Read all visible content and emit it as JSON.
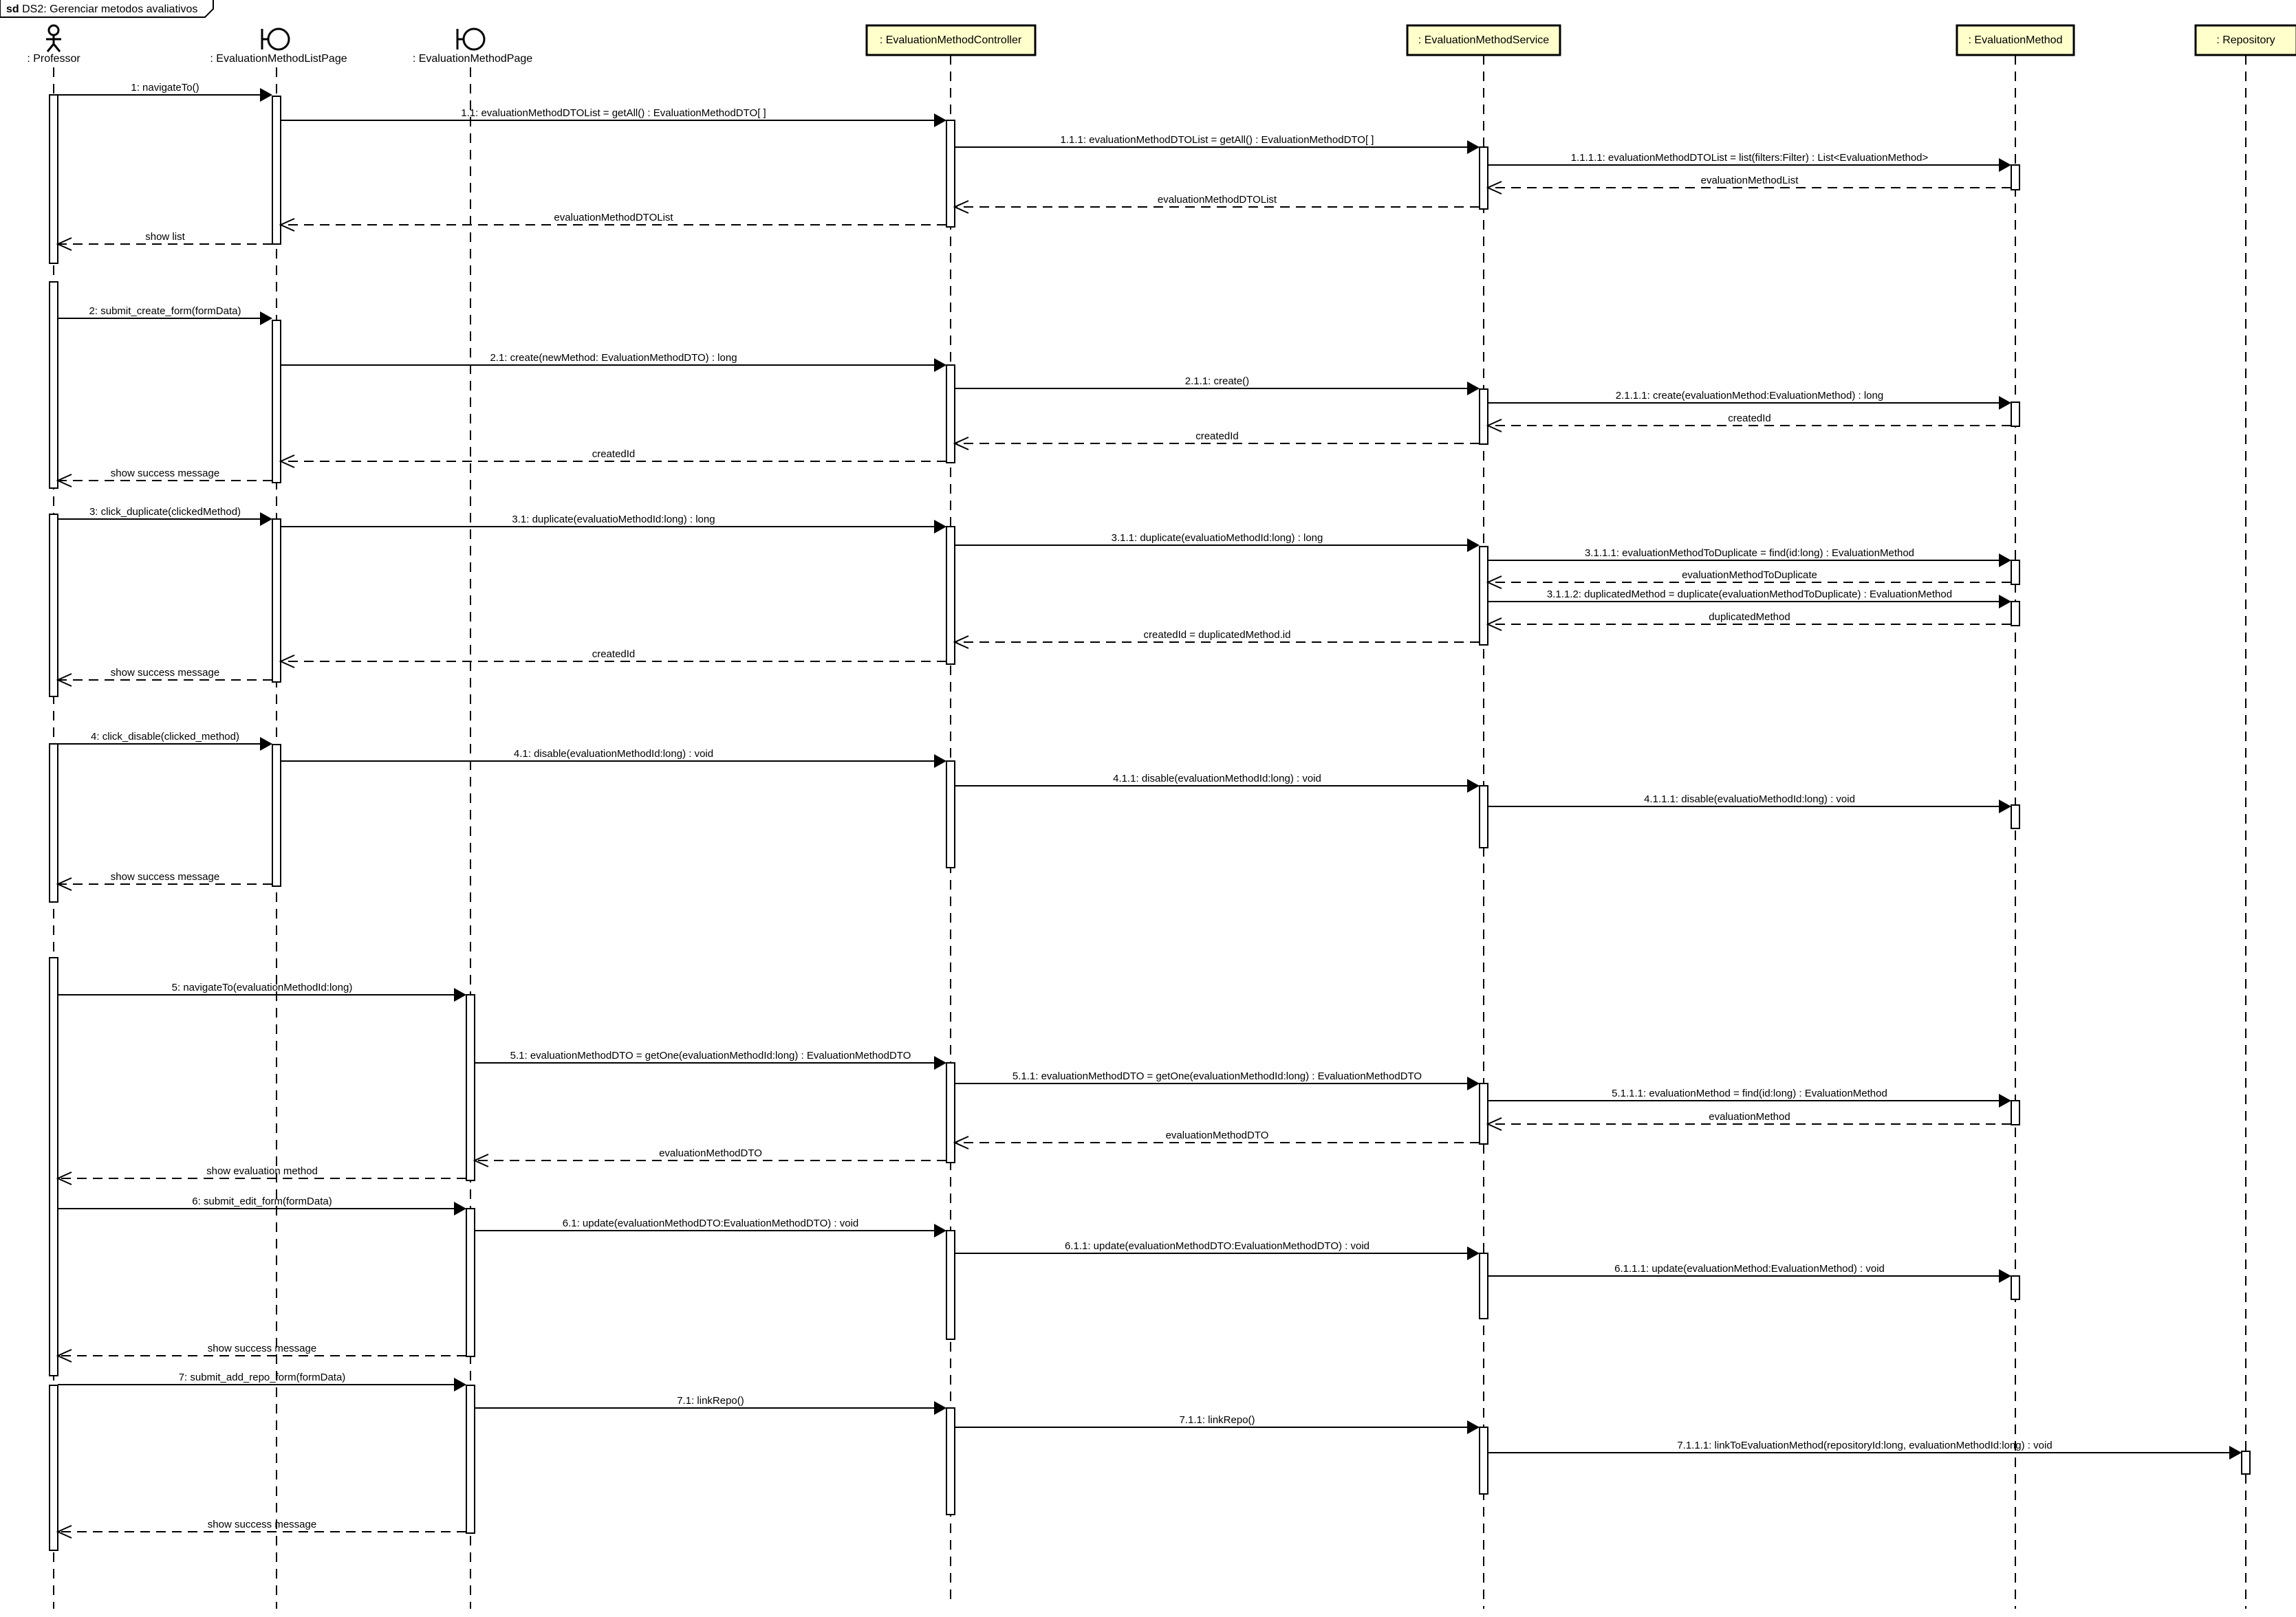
{
  "frame": {
    "keyword": "sd",
    "name": "DS2: Gerenciar metodos avaliativos"
  },
  "colors": {
    "stroke": "#000000",
    "classFill": "#ffffcc",
    "background": "#ffffff"
  },
  "lifelines": [
    {
      "id": "professor",
      "label": ": Professor",
      "kind": "actor",
      "icon": "actor-icon"
    },
    {
      "id": "listpage",
      "label": ": EvaluationMethodListPage",
      "kind": "boundary",
      "icon": "boundary-icon"
    },
    {
      "id": "page",
      "label": ": EvaluationMethodPage",
      "kind": "boundary",
      "icon": "boundary-icon"
    },
    {
      "id": "controller",
      "label": ": EvaluationMethodController",
      "kind": "class"
    },
    {
      "id": "service",
      "label": ": EvaluationMethodService",
      "kind": "class"
    },
    {
      "id": "entity",
      "label": ": EvaluationMethod",
      "kind": "class"
    },
    {
      "id": "repository",
      "label": ": Repository",
      "kind": "class"
    }
  ],
  "messages": [
    {
      "label": "1: navigateTo()",
      "from": "professor",
      "to": "listpage",
      "type": "sync"
    },
    {
      "label": "1.1: evaluationMethodDTOList = getAll() : EvaluationMethodDTO[ ]",
      "from": "listpage",
      "to": "controller",
      "type": "sync"
    },
    {
      "label": "1.1.1: evaluationMethodDTOList = getAll() : EvaluationMethodDTO[ ]",
      "from": "controller",
      "to": "service",
      "type": "sync"
    },
    {
      "label": "1.1.1.1: evaluationMethodDTOList = list(filters:Filter) : List<EvaluationMethod>",
      "from": "service",
      "to": "entity",
      "type": "sync"
    },
    {
      "label": "evaluationMethodList",
      "from": "entity",
      "to": "service",
      "type": "reply"
    },
    {
      "label": "evaluationMethodDTOList",
      "from": "service",
      "to": "controller",
      "type": "reply"
    },
    {
      "label": "evaluationMethodDTOList",
      "from": "controller",
      "to": "listpage",
      "type": "reply"
    },
    {
      "label": "show list",
      "from": "listpage",
      "to": "professor",
      "type": "reply"
    },
    {
      "label": "2: submit_create_form(formData)",
      "from": "professor",
      "to": "listpage",
      "type": "sync"
    },
    {
      "label": "2.1: create(newMethod: EvaluationMethodDTO) : long",
      "from": "listpage",
      "to": "controller",
      "type": "sync"
    },
    {
      "label": "2.1.1: create()",
      "from": "controller",
      "to": "service",
      "type": "sync"
    },
    {
      "label": "2.1.1.1: create(evaluationMethod:EvaluationMethod) : long",
      "from": "service",
      "to": "entity",
      "type": "sync"
    },
    {
      "label": "createdId",
      "from": "entity",
      "to": "service",
      "type": "reply"
    },
    {
      "label": "createdId",
      "from": "service",
      "to": "controller",
      "type": "reply"
    },
    {
      "label": "createdId",
      "from": "controller",
      "to": "listpage",
      "type": "reply"
    },
    {
      "label": "show success message",
      "from": "listpage",
      "to": "professor",
      "type": "reply"
    },
    {
      "label": "3: click_duplicate(clickedMethod)",
      "from": "professor",
      "to": "listpage",
      "type": "sync"
    },
    {
      "label": "3.1: duplicate(evaluatioMethodId:long) : long",
      "from": "listpage",
      "to": "controller",
      "type": "sync"
    },
    {
      "label": "3.1.1: duplicate(evaluatioMethodId:long) : long",
      "from": "controller",
      "to": "service",
      "type": "sync"
    },
    {
      "label": "3.1.1.1: evaluationMethodToDuplicate = find(id:long) : EvaluationMethod",
      "from": "service",
      "to": "entity",
      "type": "sync"
    },
    {
      "label": "evaluationMethodToDuplicate",
      "from": "entity",
      "to": "service",
      "type": "reply"
    },
    {
      "label": "3.1.1.2: duplicatedMethod = duplicate(evaluationMethodToDuplicate) : EvaluationMethod",
      "from": "service",
      "to": "entity",
      "type": "sync"
    },
    {
      "label": "duplicatedMethod",
      "from": "entity",
      "to": "service",
      "type": "reply"
    },
    {
      "label": "createdId = duplicatedMethod.id",
      "from": "service",
      "to": "controller",
      "type": "reply"
    },
    {
      "label": "createdId",
      "from": "controller",
      "to": "listpage",
      "type": "reply"
    },
    {
      "label": "show success message",
      "from": "listpage",
      "to": "professor",
      "type": "reply"
    },
    {
      "label": "4: click_disable(clicked_method)",
      "from": "professor",
      "to": "listpage",
      "type": "sync"
    },
    {
      "label": "4.1: disable(evaluationMethodId:long) : void",
      "from": "listpage",
      "to": "controller",
      "type": "sync"
    },
    {
      "label": "4.1.1: disable(evaluationMethodId:long) : void",
      "from": "controller",
      "to": "service",
      "type": "sync"
    },
    {
      "label": "4.1.1.1: disable(evaluatioMethodId:long) : void",
      "from": "service",
      "to": "entity",
      "type": "sync"
    },
    {
      "label": "show success message",
      "from": "listpage",
      "to": "professor",
      "type": "reply"
    },
    {
      "label": "5: navigateTo(evaluationMethodId:long)",
      "from": "professor",
      "to": "page",
      "type": "sync"
    },
    {
      "label": "5.1: evaluationMethodDTO = getOne(evaluationMethodId:long) : EvaluationMethodDTO",
      "from": "page",
      "to": "controller",
      "type": "sync"
    },
    {
      "label": "5.1.1: evaluationMethodDTO = getOne(evaluationMethodId:long) : EvaluationMethodDTO",
      "from": "controller",
      "to": "service",
      "type": "sync"
    },
    {
      "label": "5.1.1.1: evaluationMethod = find(id:long) : EvaluationMethod",
      "from": "service",
      "to": "entity",
      "type": "sync"
    },
    {
      "label": "evaluationMethod",
      "from": "entity",
      "to": "service",
      "type": "reply"
    },
    {
      "label": "evaluationMethodDTO",
      "from": "service",
      "to": "controller",
      "type": "reply"
    },
    {
      "label": "evaluationMethodDTO",
      "from": "controller",
      "to": "page",
      "type": "reply"
    },
    {
      "label": "show evaluation method",
      "from": "page",
      "to": "professor",
      "type": "reply"
    },
    {
      "label": "6: submit_edit_form(formData)",
      "from": "professor",
      "to": "page",
      "type": "sync"
    },
    {
      "label": "6.1: update(evaluationMethodDTO:EvaluationMethodDTO) : void",
      "from": "page",
      "to": "controller",
      "type": "sync"
    },
    {
      "label": "6.1.1: update(evaluationMethodDTO:EvaluationMethodDTO) : void",
      "from": "controller",
      "to": "service",
      "type": "sync"
    },
    {
      "label": "6.1.1.1: update(evaluationMethod:EvaluationMethod) : void",
      "from": "service",
      "to": "entity",
      "type": "sync"
    },
    {
      "label": "show success message",
      "from": "page",
      "to": "professor",
      "type": "reply"
    },
    {
      "label": "7: submit_add_repo_form(formData)",
      "from": "professor",
      "to": "page",
      "type": "sync"
    },
    {
      "label": "7.1: linkRepo()",
      "from": "page",
      "to": "controller",
      "type": "sync"
    },
    {
      "label": "7.1.1: linkRepo()",
      "from": "controller",
      "to": "service",
      "type": "sync"
    },
    {
      "label": "7.1.1.1: linkToEvaluationMethod(repositoryId:long, evaluationMethodId:long) : void",
      "from": "service",
      "to": "repository",
      "type": "sync"
    },
    {
      "label": "show success message",
      "from": "page",
      "to": "professor",
      "type": "reply"
    }
  ]
}
